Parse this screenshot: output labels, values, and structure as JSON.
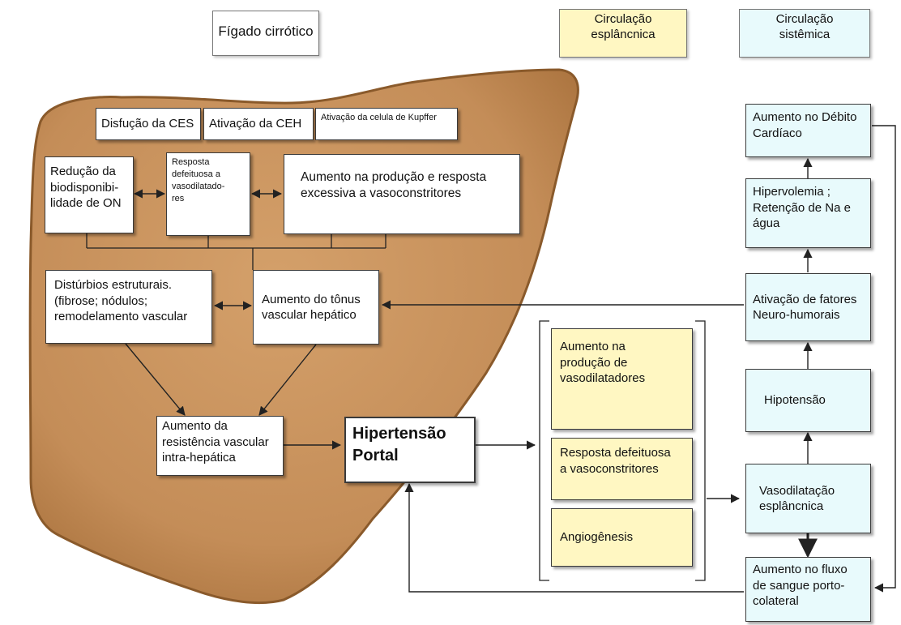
{
  "legend": {
    "liver": "Fígado cirrótico",
    "splanchnic": "Circulação\nesplâncnica",
    "systemic": "Circulação\nsistêmica"
  },
  "liver": {
    "ces": "Disfução da CES",
    "ceh": "Ativação da CEH",
    "kupffer": "Ativação da celula de Kupffer",
    "on": "Redução da\nbiodisponibi-\nlidade de ON",
    "vasodil_resp": "Resposta\ndefeituosa a\nvasodilatado-\nres",
    "vasoconstr": "Aumento na produção e resposta excessiva a vasoconstritores",
    "structural": "Distúrbios estruturais.\n(fibrose; nódulos;\nremodelamento vascular",
    "tonus": "Aumento do tônus vascular hepático",
    "resistance": "Aumento da\nresistência vascular\nintra-hepática"
  },
  "portal": "Hipertensão\nPortal",
  "splanchnic": {
    "vasodilators": "Aumento na\nprodução de\nvasodilatadores",
    "vasoconstr_resp": "Resposta defeituosa\na vasoconstritores",
    "angio": "Angiogênesis"
  },
  "systemic": {
    "debito": "Aumento no Débito\nCardíaco",
    "hiper": "Hipervolemia ;\nRetenção de Na e\nágua",
    "neuro": "Ativação de fatores\nNeuro-humorais",
    "hipotensao": "Hipotensão",
    "vasodil": "Vasodilatação\nesplâncnica",
    "fluxo": "Aumento no fluxo\nde sangue porto-\ncolateral"
  },
  "colors": {
    "liver_fill": "#c8945e",
    "liver_stroke": "#8a5a2b",
    "splanchnic_fill": "#fff7c2",
    "systemic_fill": "#e8fafc"
  }
}
